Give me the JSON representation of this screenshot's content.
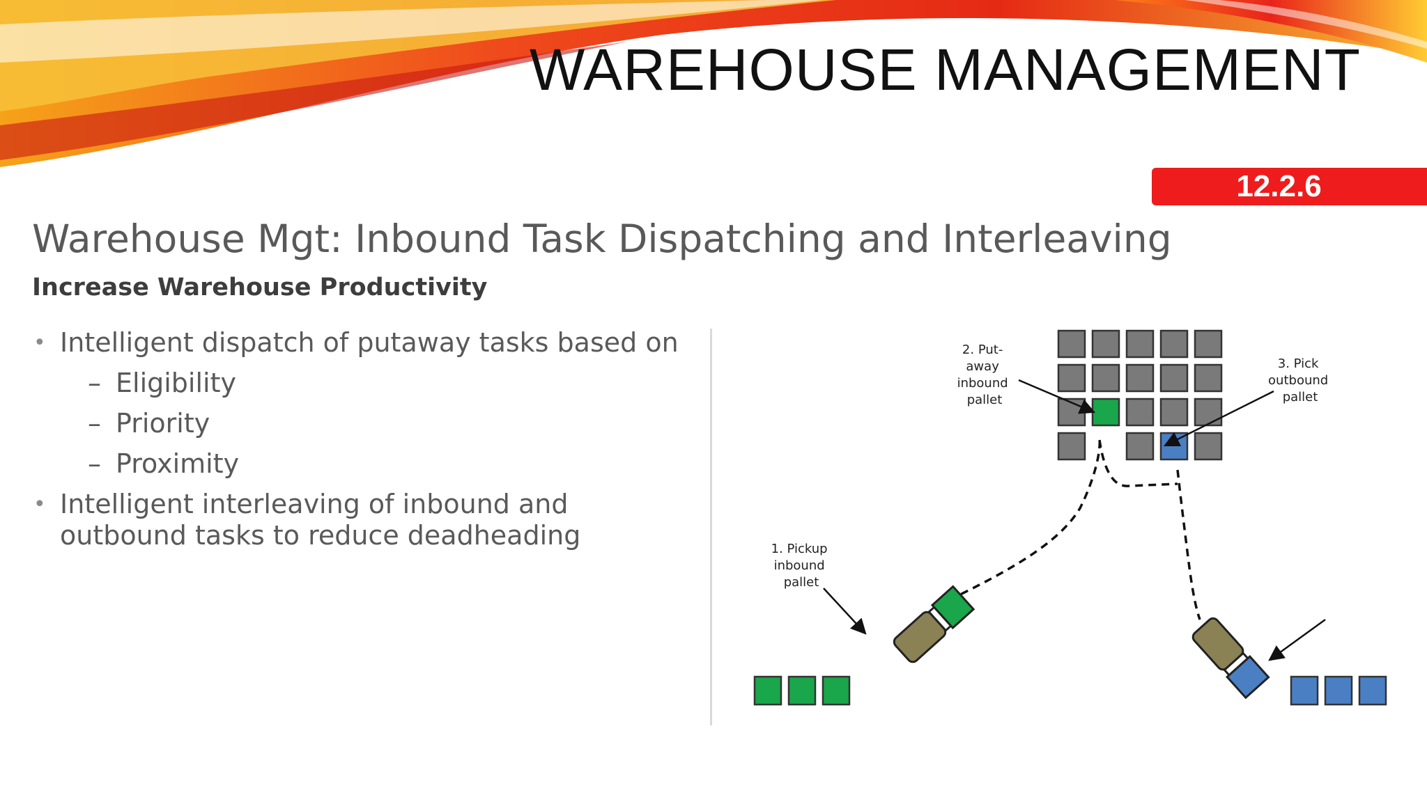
{
  "slide": {
    "title": "WAREHOUSE MANAGEMENT",
    "badge": "12.2.6",
    "heading": "Warehouse Mgt: Inbound Task Dispatching and Interleaving",
    "subheading": "Increase Warehouse Productivity",
    "bullets": [
      {
        "text": "Intelligent dispatch of putaway tasks based on",
        "subitems": [
          "Eligibility",
          "Priority",
          "Proximity"
        ]
      },
      {
        "text": "Intelligent interleaving of inbound and outbound tasks to reduce deadheading"
      }
    ]
  },
  "diagram": {
    "labels": {
      "pickup": [
        "1. Pickup",
        "inbound",
        "pallet"
      ],
      "putaway": [
        "2. Put-",
        "away",
        "inbound",
        "pallet"
      ],
      "pick": [
        "3. Pick",
        "outbound",
        "pallet"
      ]
    },
    "colors": {
      "inbound": "#1aa64a",
      "outbound": "#4a7fc4",
      "rack": "#7a7a7a",
      "forklift": "#8a8255",
      "banner": "#ee1c1c"
    }
  }
}
